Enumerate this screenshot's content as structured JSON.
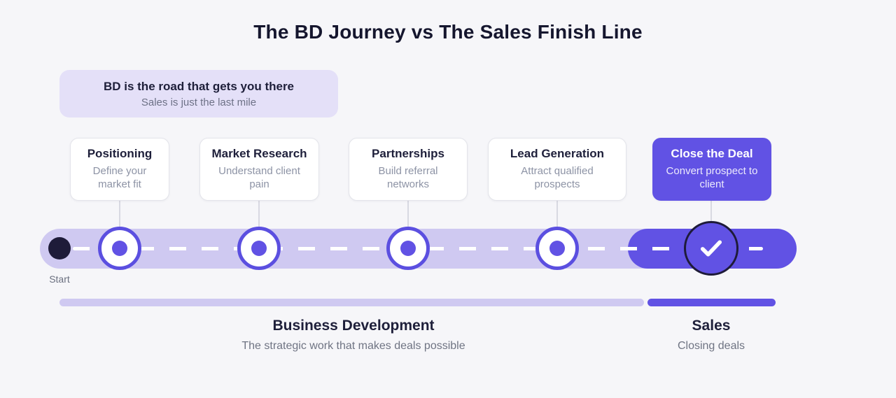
{
  "page": {
    "title": "The BD Journey vs The Sales Finish Line"
  },
  "callout": {
    "heading": "BD is the road that gets you there",
    "subheading": "Sales is just the last mile"
  },
  "milestones": [
    {
      "title": "Positioning",
      "subtitle": "Define your market fit"
    },
    {
      "title": "Market Research",
      "subtitle": "Understand client pain"
    },
    {
      "title": "Partnerships",
      "subtitle": "Build referral networks"
    },
    {
      "title": "Lead Generation",
      "subtitle": "Attract qualified prospects"
    },
    {
      "title": "Close the Deal",
      "subtitle": "Convert prospect to client"
    }
  ],
  "timeline": {
    "start_label": "Start",
    "check_icon": "check-icon"
  },
  "legend": {
    "bd_title": "Business Development",
    "bd_subtitle": "The strategic work that makes deals possible",
    "sales_title": "Sales",
    "sales_subtitle": "Closing deals"
  },
  "colors": {
    "accent": "#6152e4",
    "accent_light": "#cfc9f1",
    "callout_bg": "#e4e0f8",
    "dark": "#1e1b39",
    "background": "#f6f6f9"
  }
}
